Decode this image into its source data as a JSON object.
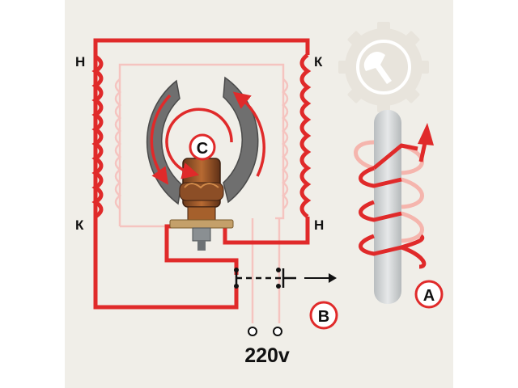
{
  "colors": {
    "canvas": "#f0eee8",
    "wire": "#e02a2a",
    "wire_light": "#f5c4c0",
    "pole": "#6f6f6f",
    "rod": "#cfd2d3",
    "gear": "#e8e4dc",
    "text": "#111111"
  },
  "labels": {
    "top_left": "Н",
    "top_right": "К",
    "bottom_left": "К",
    "bottom_right": "Н",
    "voltage": "220v"
  },
  "badges": {
    "rotor": "C",
    "switch": "B",
    "coil": "A"
  },
  "icons": {
    "logo": "gear-wrench-icon",
    "arrow": "arrow-right-icon"
  }
}
